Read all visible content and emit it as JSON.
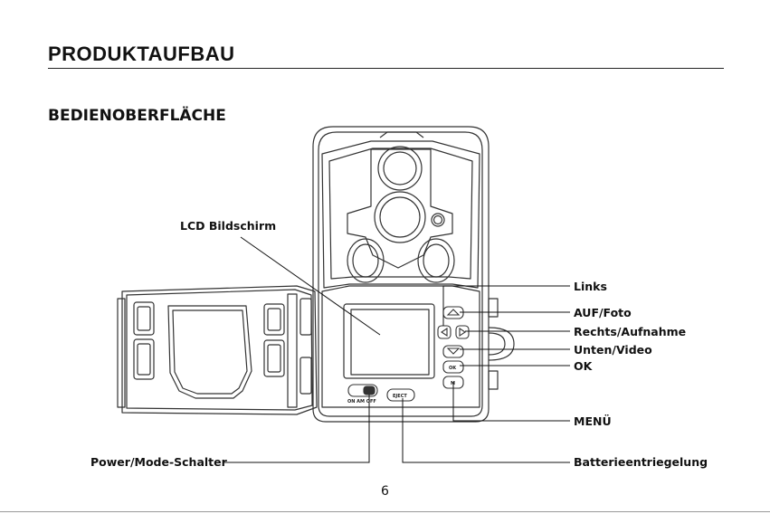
{
  "header": {
    "title": "PRODUKTAUFBAU"
  },
  "section": {
    "title": "BEDIENOBERFLÄCHE"
  },
  "callouts": {
    "lcd": "LCD Bildschirm",
    "links": "Links",
    "auf_foto": "AUF/Foto",
    "rechts_aufnahme": "Rechts/Aufnahme",
    "unten_video": "Unten/Video",
    "ok": "OK",
    "menu": "MENÜ",
    "power_mode": "Power/Mode-Schalter",
    "battery_release": "Batterieentriegelung"
  },
  "device": {
    "switch_label": "ON AM OFF",
    "eject_label": "EJECT",
    "ok_button_label": "OK",
    "menu_button_label": "M"
  },
  "footer": {
    "page_number": "6"
  }
}
